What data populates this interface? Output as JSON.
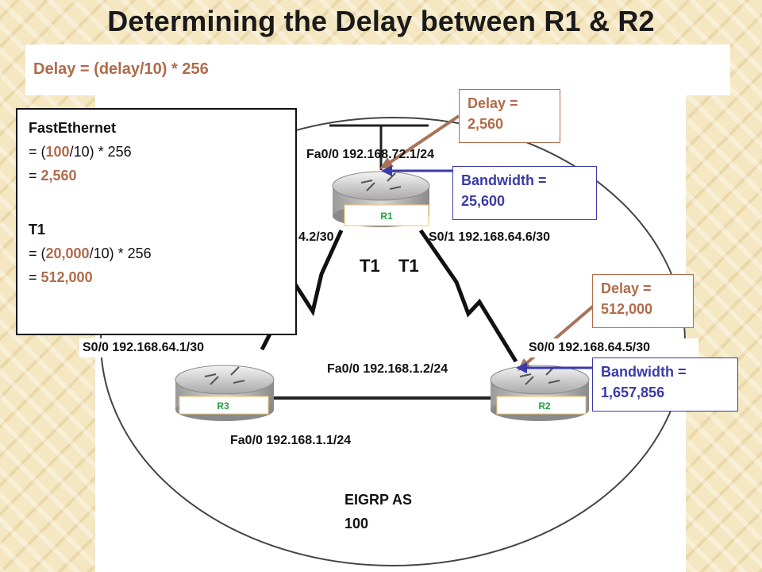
{
  "title": "Determining the Delay between R1 & R2",
  "formula": "Delay = (delay/10) * 256",
  "calc": {
    "fe_title": "FastEthernet",
    "fe_line1_prefix": "= (",
    "fe_line1_value": "100",
    "fe_line1_suffix": "/10) * 256",
    "fe_line2_prefix": "= ",
    "fe_line2_value": "2,560",
    "t1_title": "T1",
    "t1_line1_prefix": "= (",
    "t1_line1_value": "20,000",
    "t1_line1_suffix": "/10) * 256",
    "t1_line2_prefix": "= ",
    "t1_line2_value": "512,000"
  },
  "routers": {
    "r1": "R1",
    "r2": "R2",
    "r3": "R3"
  },
  "links": {
    "t1_left": "T1",
    "t1_right": "T1"
  },
  "interfaces": {
    "r1_fa00": "Fa0/0 192.168.72.1/24",
    "r1_s00_partial": "4.2/30",
    "r1_s01": "S0/1 192.168.64.6/30",
    "r3_s00": "S0/0 192.168.64.1/30",
    "r2_s00": "S0/0 192.168.64.5/30",
    "r2_fa00": "Fa0/0 192.168.1.2/24",
    "r3_fa00": "Fa0/0 192.168.1.1/24"
  },
  "callouts": {
    "r1_delay_label": "Delay =",
    "r1_delay_value": "2,560",
    "r1_bw_label": "Bandwidth =",
    "r1_bw_value": "25,600",
    "r2_delay_label": "Delay =",
    "r2_delay_value": "512,000",
    "r2_bw_label": "Bandwidth =",
    "r2_bw_value": "1,657,856"
  },
  "eigrp": {
    "line1": "EIGRP AS",
    "line2": "100"
  },
  "colors": {
    "delay_accent": "#b06b4a",
    "bandwidth_accent": "#3a3aa8",
    "router_label": "#22a040"
  }
}
